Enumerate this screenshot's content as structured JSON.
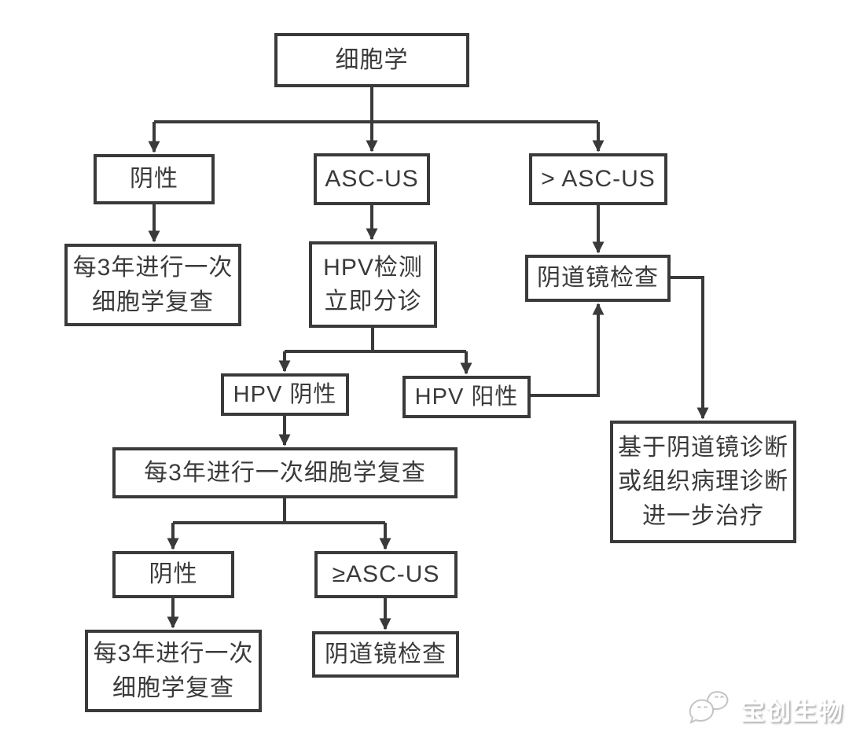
{
  "colors": {
    "line": "#3a3a3a",
    "box_border": "#3a3a3a",
    "text": "#3a3a3a",
    "background": "#ffffff",
    "watermark_outline": "#c4c4c4"
  },
  "nodes": {
    "cytology": {
      "label": "细胞学"
    },
    "negative_1": {
      "label": "阴性"
    },
    "asc_us": {
      "label": "ASC-US"
    },
    "gt_asc_us": {
      "label": "> ASC-US"
    },
    "repeat_cytology_1": {
      "label": "每3年进行一次\n细胞学复查"
    },
    "hpv_triage": {
      "label": "HPV检测\n立即分诊"
    },
    "colposcopy_1": {
      "label": "阴道镜检查"
    },
    "hpv_negative": {
      "label": "HPV 阴性"
    },
    "hpv_positive": {
      "label": "HPV 阳性"
    },
    "repeat_cytology_2": {
      "label": "每3年进行一次细胞学复查"
    },
    "negative_2": {
      "label": "阴性"
    },
    "ge_asc_us": {
      "label": "≥ASC-US"
    },
    "repeat_cytology_3": {
      "label": "每3年进行一次\n细胞学复查"
    },
    "colposcopy_2": {
      "label": "阴道镜检查"
    },
    "treatment": {
      "label": "基于阴道镜诊断\n或组织病理诊断\n进一步治疗"
    }
  },
  "watermark": {
    "label": "宝创生物"
  }
}
